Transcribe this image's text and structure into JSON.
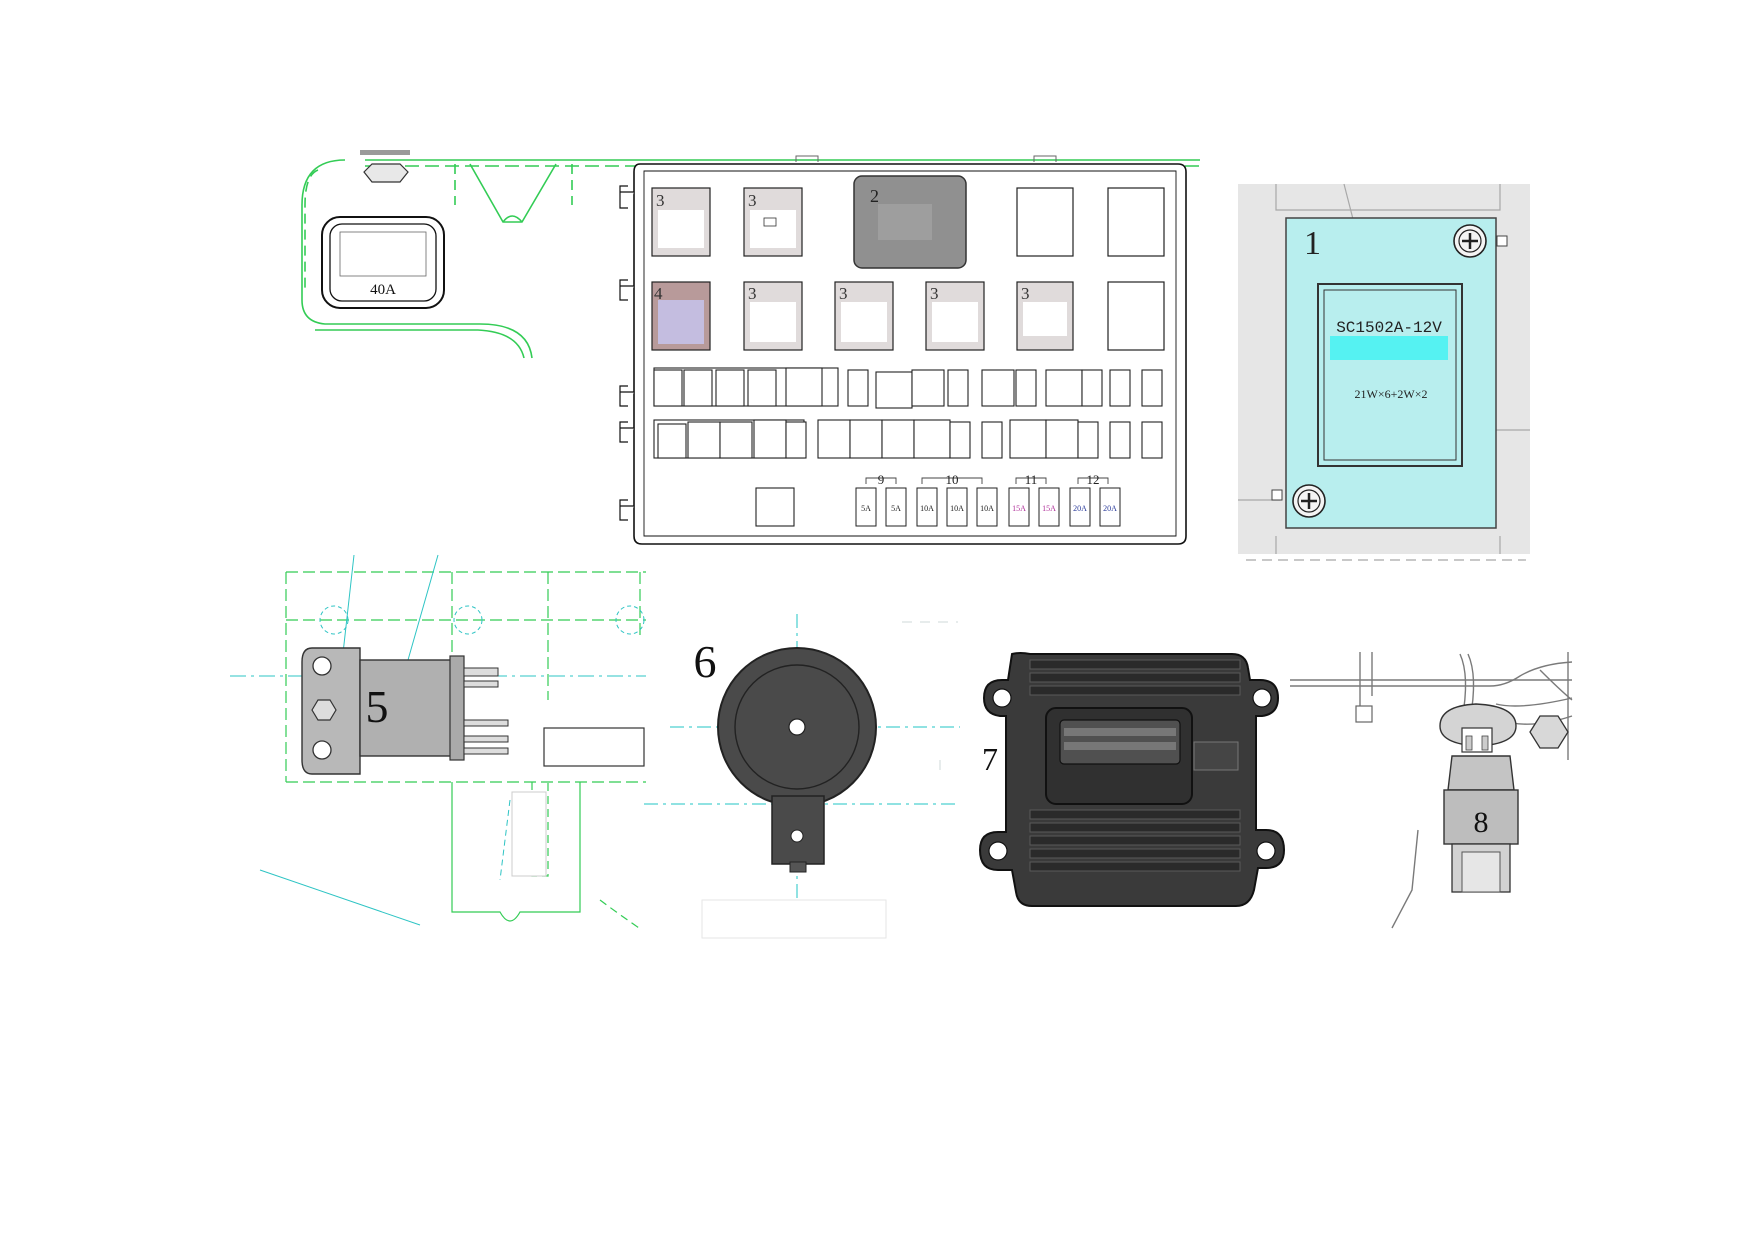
{
  "main_fuse": {
    "label": "40A"
  },
  "fuse_box": {
    "relays_top": [
      "3",
      "3",
      "2"
    ],
    "relays_mid": [
      "4",
      "3",
      "3",
      "3",
      "3"
    ],
    "fuse_groups": [
      {
        "number": "9",
        "fuses": [
          "5A",
          "5A"
        ]
      },
      {
        "number": "10",
        "fuses": [
          "10A",
          "10A",
          "10A"
        ]
      },
      {
        "number": "11",
        "fuses": [
          "15A",
          "15A"
        ]
      },
      {
        "number": "12",
        "fuses": [
          "20A",
          "20A"
        ]
      }
    ]
  },
  "flasher_unit": {
    "number": "1",
    "model": "SC1502A-12V",
    "rating": "21W×6+2W×2"
  },
  "component_labels": {
    "relay": "5",
    "buzzer": "6",
    "ecu": "7",
    "sensor": "8"
  },
  "colors": {
    "outline_green": "#33cc55",
    "centerline_cyan": "#22c4c4",
    "flasher_fill": "#b8eeee",
    "flasher_highlight": "#55f2f2",
    "fuse_15a": "#b0309a",
    "fuse_20a": "#2a3a9a",
    "relay_4_fill": "#c4bde0",
    "relay_2_fill": "#909090"
  },
  "icons": [
    "screw-icon",
    "bolt-icon"
  ]
}
